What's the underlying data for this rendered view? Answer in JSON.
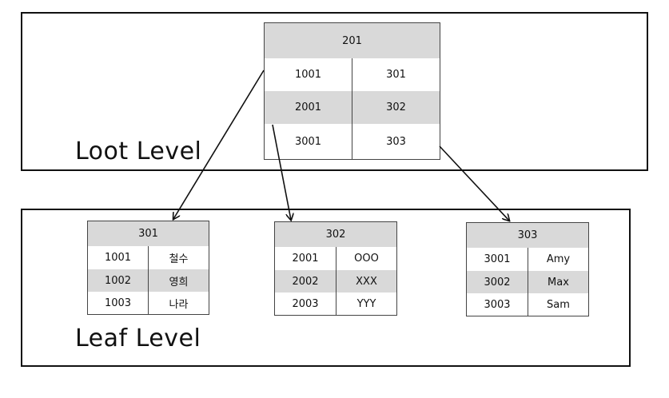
{
  "root_level": {
    "label": "Loot Level",
    "table": {
      "header": "201",
      "rows": [
        {
          "key": "1001",
          "value": "301"
        },
        {
          "key": "2001",
          "value": "302"
        },
        {
          "key": "3001",
          "value": "303"
        }
      ]
    }
  },
  "leaf_level": {
    "label": "Leaf Level",
    "tables": [
      {
        "header": "301",
        "rows": [
          {
            "key": "1001",
            "value": "철수"
          },
          {
            "key": "1002",
            "value": "영희"
          },
          {
            "key": "1003",
            "value": "나라"
          }
        ]
      },
      {
        "header": "302",
        "rows": [
          {
            "key": "2001",
            "value": "OOO"
          },
          {
            "key": "2002",
            "value": "XXX"
          },
          {
            "key": "2003",
            "value": "YYY"
          }
        ]
      },
      {
        "header": "303",
        "rows": [
          {
            "key": "3001",
            "value": "Amy"
          },
          {
            "key": "3002",
            "value": "Max"
          },
          {
            "key": "3003",
            "value": "Sam"
          }
        ]
      }
    ]
  }
}
